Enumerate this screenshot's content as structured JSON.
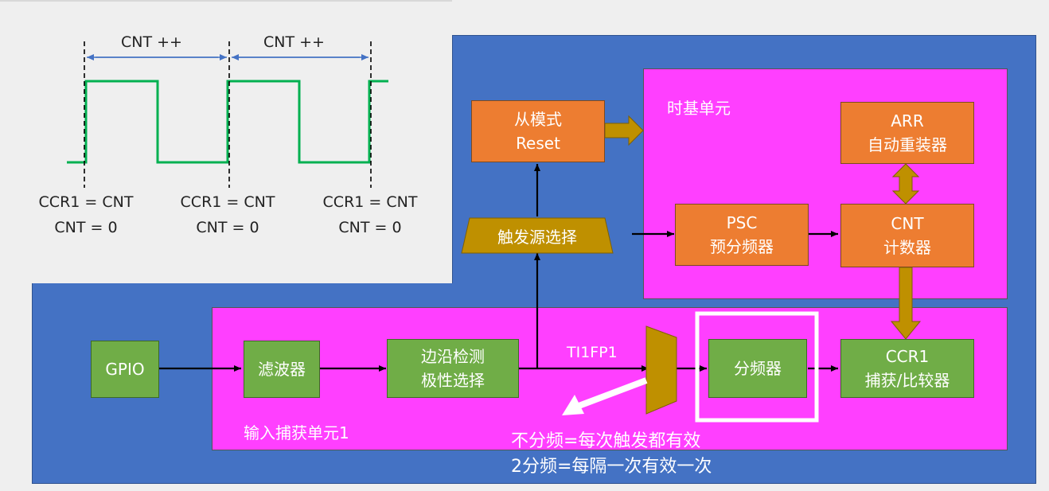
{
  "timing": {
    "interval_labels": [
      "CNT ++",
      "CNT ++"
    ],
    "events": [
      {
        "line1": "CCR1 = CNT",
        "line2": "CNT = 0"
      },
      {
        "line1": "CCR1 = CNT",
        "line2": "CNT = 0"
      },
      {
        "line1": "CCR1 = CNT",
        "line2": "CNT = 0"
      }
    ]
  },
  "timebase": {
    "title": "时基单元",
    "arr": {
      "line1": "ARR",
      "line2": "自动重装器"
    },
    "psc": {
      "line1": "PSC",
      "line2": "预分频器"
    },
    "cnt": {
      "line1": "CNT",
      "line2": "计数器"
    }
  },
  "slave_mode": {
    "line1": "从模式",
    "line2": "Reset"
  },
  "trigger_select": "触发源选择",
  "gpio": "GPIO",
  "input_capture": {
    "title": "输入捕获单元1",
    "filter": "滤波器",
    "edge": {
      "line1": "边沿检测",
      "line2": "极性选择"
    },
    "signal": "TI1FP1",
    "divider": "分频器",
    "ccr1": {
      "line1": "CCR1",
      "line2": "捕获/比较器"
    }
  },
  "notes": [
    "不分频=每次触发都有效",
    "2分频=每隔一次有效一次"
  ],
  "colors": {
    "background_blue": "#4472c4",
    "unit_magenta": "#ff3fff",
    "block_orange": "#ed7d31",
    "block_green": "#70ad47",
    "mux_gold": "#bf9000",
    "signal_green": "#00b050"
  }
}
